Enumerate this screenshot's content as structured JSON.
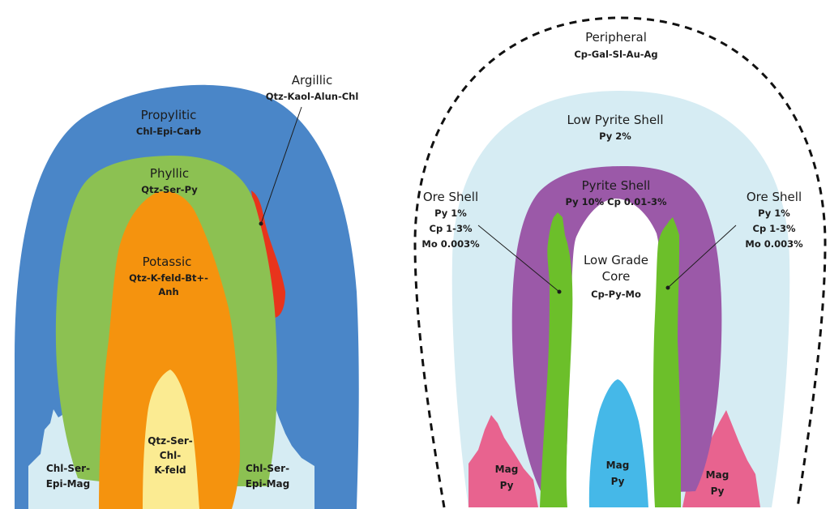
{
  "left": {
    "propylitic": {
      "title": "Propylitic",
      "minerals": "Chl-Epi-Carb",
      "color": "#4a86c8"
    },
    "argillic": {
      "title": "Argillic",
      "minerals": "Qtz-Kaol-Alun-Chl",
      "color": "#e8341c"
    },
    "phyllic": {
      "title": "Phyllic",
      "minerals": "Qtz-Ser-Py",
      "color": "#8cc152"
    },
    "potassic": {
      "title": "Potassic",
      "minerals_line1": "Qtz-K-feld-Bt+-",
      "minerals_line2": "Anh",
      "color": "#f5930e"
    },
    "core": {
      "line1": "Qtz-Ser-",
      "line2": "Chl-",
      "line3": "K-feld",
      "color": "#fbeb92"
    },
    "chl_ser_left": {
      "line1": "Chl-Ser-",
      "line2": "Epi-Mag",
      "color": "#d6ecf3"
    },
    "chl_ser_right": {
      "line1": "Chl-Ser-",
      "line2": "Epi-Mag",
      "color": "#d6ecf3"
    }
  },
  "right": {
    "peripheral": {
      "title": "Peripheral",
      "minerals": "Cp-Gal-Sl-Au-Ag"
    },
    "low_pyrite": {
      "title": "Low Pyrite Shell",
      "detail": "Py 2%",
      "color": "#d6ecf3"
    },
    "pyrite_shell": {
      "title": "Pyrite Shell",
      "detail": "Py 10% Cp 0.01-3%",
      "color": "#9b59a8"
    },
    "ore_shell_left": {
      "title": "Ore Shell",
      "line1": "Py 1%",
      "line2": "Cp 1-3%",
      "line3": "Mo 0.003%"
    },
    "ore_shell_right": {
      "title": "Ore Shell",
      "line1": "Py 1%",
      "line2": "Cp 1-3%",
      "line3": "Mo 0.003%"
    },
    "ore_color": "#6cbf2a",
    "low_grade": {
      "line1": "Low Grade",
      "line2": "Core",
      "minerals": "Cp-Py-Mo"
    },
    "mag_left": {
      "line1": "Mag",
      "line2": "Py",
      "color": "#e8638f"
    },
    "mag_center": {
      "line1": "Mag",
      "line2": "Py",
      "color": "#45b8e8"
    },
    "mag_right": {
      "line1": "Mag",
      "line2": "Py",
      "color": "#e8638f"
    }
  }
}
